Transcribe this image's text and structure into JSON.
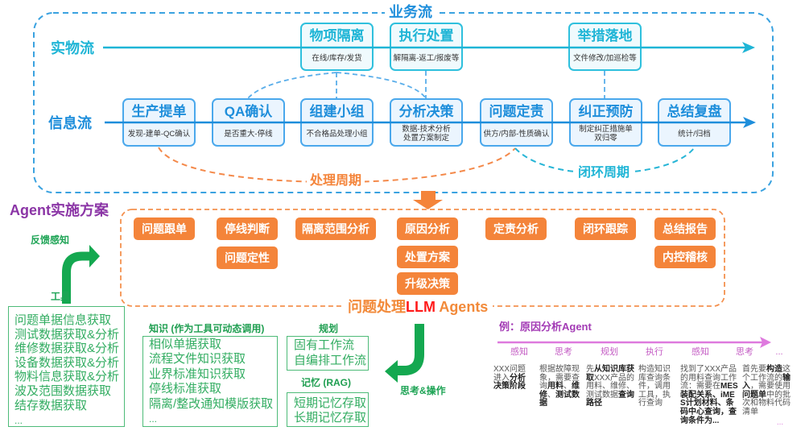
{
  "business_flow": {
    "title": "业务流",
    "physical_flow": {
      "label": "实物流",
      "steps": [
        {
          "title": "物项隔离",
          "desc": [
            "在线/库存/发货"
          ]
        },
        {
          "title": "执行处置",
          "desc": [
            "解隔离-返工/报废等"
          ]
        },
        {
          "title": "举措落地",
          "desc": [
            "文件修改/加巡检等"
          ]
        }
      ]
    },
    "info_flow": {
      "label": "信息流",
      "steps": [
        {
          "title": "生产提单",
          "desc": [
            "发现-建单-QC确认"
          ]
        },
        {
          "title": "QA确认",
          "desc": [
            "是否重大-停线"
          ]
        },
        {
          "title": "组建小组",
          "desc": [
            "不合格品处理小组"
          ]
        },
        {
          "title": "分析决策",
          "desc": [
            "数据-技术分析",
            "处置方案制定"
          ]
        },
        {
          "title": "问题定责",
          "desc": [
            "供方/内部-性质确认"
          ]
        },
        {
          "title": "纠正预防",
          "desc": [
            "制定纠正措施单",
            "双归零"
          ]
        },
        {
          "title": "总结复盘",
          "desc": [
            "统计/归档"
          ]
        }
      ]
    },
    "processing_cycle_label": "处理周期",
    "closed_loop_cycle_label": "闭环周期"
  },
  "agent_plan": {
    "title": "Agent实施方案",
    "feedback_label": "反馈感知",
    "tools_label": "工具",
    "think_act_label": "思考&操作",
    "agents_group_label": {
      "prefix": "问题处理",
      "highlight": "LLM",
      "suffix": " Agents"
    },
    "agent_columns": [
      [
        "问题跟单"
      ],
      [
        "停线判断",
        "问题定性"
      ],
      [
        "隔离范围分析"
      ],
      [
        "原因分析",
        "处置方案",
        "升级决策"
      ],
      [
        "定责分析"
      ],
      [
        "闭环跟踪"
      ],
      [
        "总结报告",
        "内控稽核"
      ]
    ],
    "tools": {
      "items": [
        "问题单据信息获取",
        "测试数据获取&分析",
        "维修数据获取&分析",
        "设备数据获取&分析",
        "物料信息获取&分析",
        "波及范围数据获取",
        "结存数据获取",
        "..."
      ]
    },
    "knowledge": {
      "title": "知识 (作为工具可动态调用)",
      "items": [
        "相似单据获取",
        "流程文件知识获取",
        "业界标准知识获取",
        "停线标准获取",
        "隔离/整改通知模版获取",
        "..."
      ]
    },
    "planning": {
      "title": "规划",
      "items": [
        "固有工作流",
        "自编排工作流"
      ]
    },
    "memory": {
      "title": "记忆 (RAG)",
      "items": [
        "短期记忆存取",
        "长期记忆存取"
      ]
    }
  },
  "example": {
    "title": "例：原因分析Agent",
    "stages": [
      "感知",
      "思考",
      "规划",
      "执行",
      "感知",
      "思考",
      "..."
    ],
    "steps": [
      [
        {
          "text": "XXX问题进入",
          "bold": false
        },
        {
          "text": "分析决策阶段",
          "bold": true
        }
      ],
      [
        {
          "text": "根据故障现象，需要查询",
          "bold": false
        },
        {
          "text": "用料",
          "bold": true
        },
        {
          "text": "、",
          "bold": false
        },
        {
          "text": "维修",
          "bold": true
        },
        {
          "text": "、",
          "bold": false
        },
        {
          "text": "测试数据",
          "bold": true
        }
      ],
      [
        {
          "text": "先",
          "bold": false
        },
        {
          "text": "从知识库获取",
          "bold": true
        },
        {
          "text": "XXX产品的用料、维修、测试数据",
          "bold": false
        },
        {
          "text": "查询路径",
          "bold": true
        }
      ],
      [
        {
          "text": "构造知识库查询条件，调用工具，执行查询",
          "bold": false
        }
      ],
      [
        {
          "text": "找到了XXX产品的用料查询工作流：需要在",
          "bold": false
        },
        {
          "text": "MES装配关系、iMES计划材料、条码中心查询，查询条件为...",
          "bold": true
        }
      ],
      [
        {
          "text": "首先要",
          "bold": false
        },
        {
          "text": "构造",
          "bold": true
        },
        {
          "text": "这个工作流的",
          "bold": false
        },
        {
          "text": "输入",
          "bold": true
        },
        {
          "text": "，需要使用",
          "bold": false
        },
        {
          "text": "问题单",
          "bold": true
        },
        {
          "text": "中的批次和物料代码清单",
          "bold": false
        }
      ]
    ],
    "more": "..."
  },
  "colors": {
    "physical_flow": "#1FB5D6",
    "info_flow": "#1E8EDB",
    "frame_blue": "#3AA2E0",
    "connector_blue": "#5AAEEA",
    "orange": "#F4843A",
    "llm_red": "#FF1A1A",
    "green": "#14A850",
    "green_text": "#33AD62",
    "purple": "#8B35A6",
    "pink": "#DE7ADE"
  }
}
